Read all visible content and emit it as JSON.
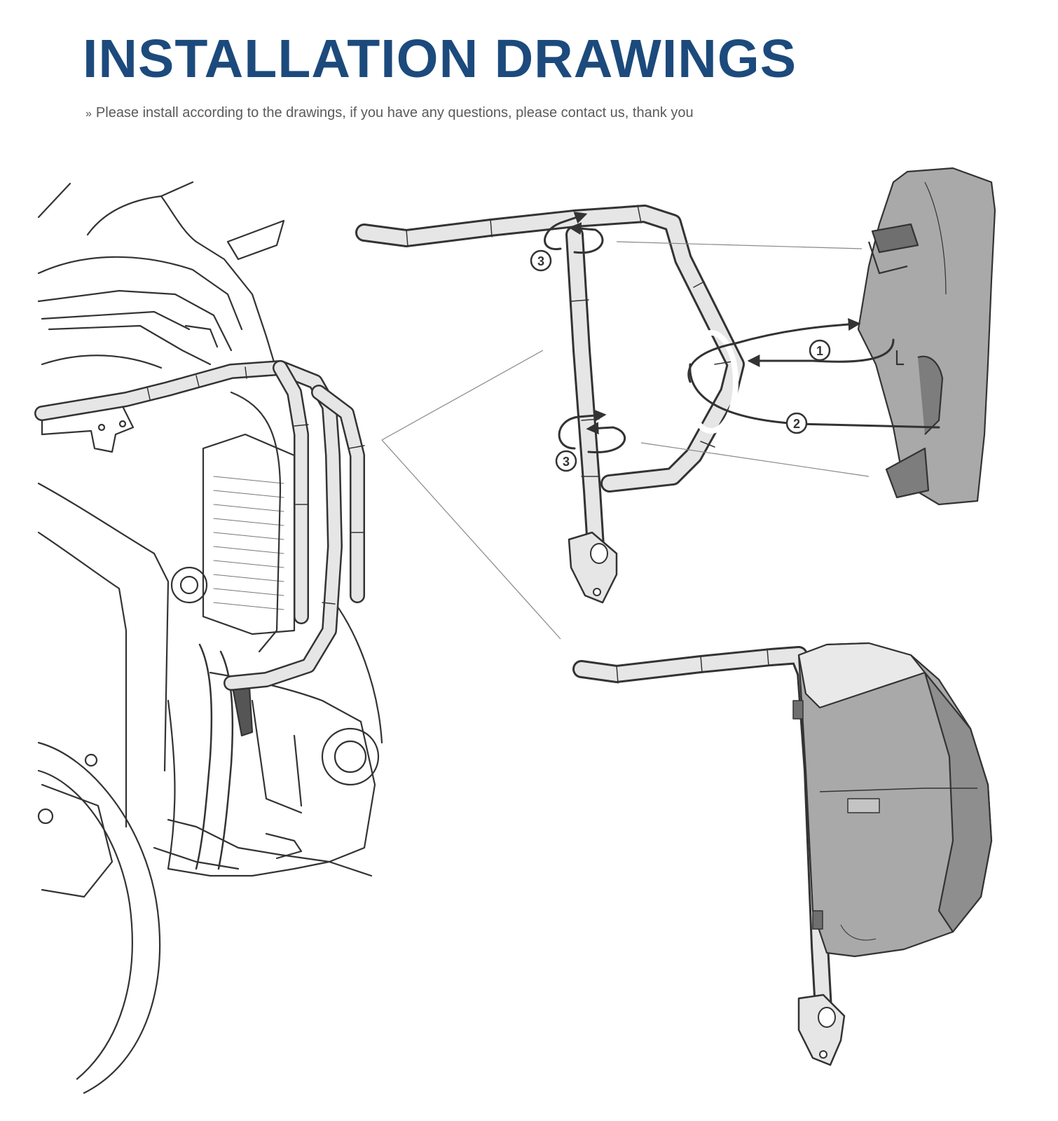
{
  "header": {
    "title": "INSTALLATION DRAWINGS",
    "subtitle": "Please install according to the drawings, if you have any questions, please contact us, thank you",
    "subtitle_prefix": "»"
  },
  "steps": {
    "one": "1",
    "two": "2",
    "three_top": "3",
    "three_bottom": "3"
  },
  "colors": {
    "title": "#1c4a7c",
    "subtitle": "#5a5a5a",
    "line": "#333333",
    "bar_fill": "#e6e6e6",
    "bag_fill": "#a9a9a9",
    "bag_dark": "#7d7d7d"
  }
}
